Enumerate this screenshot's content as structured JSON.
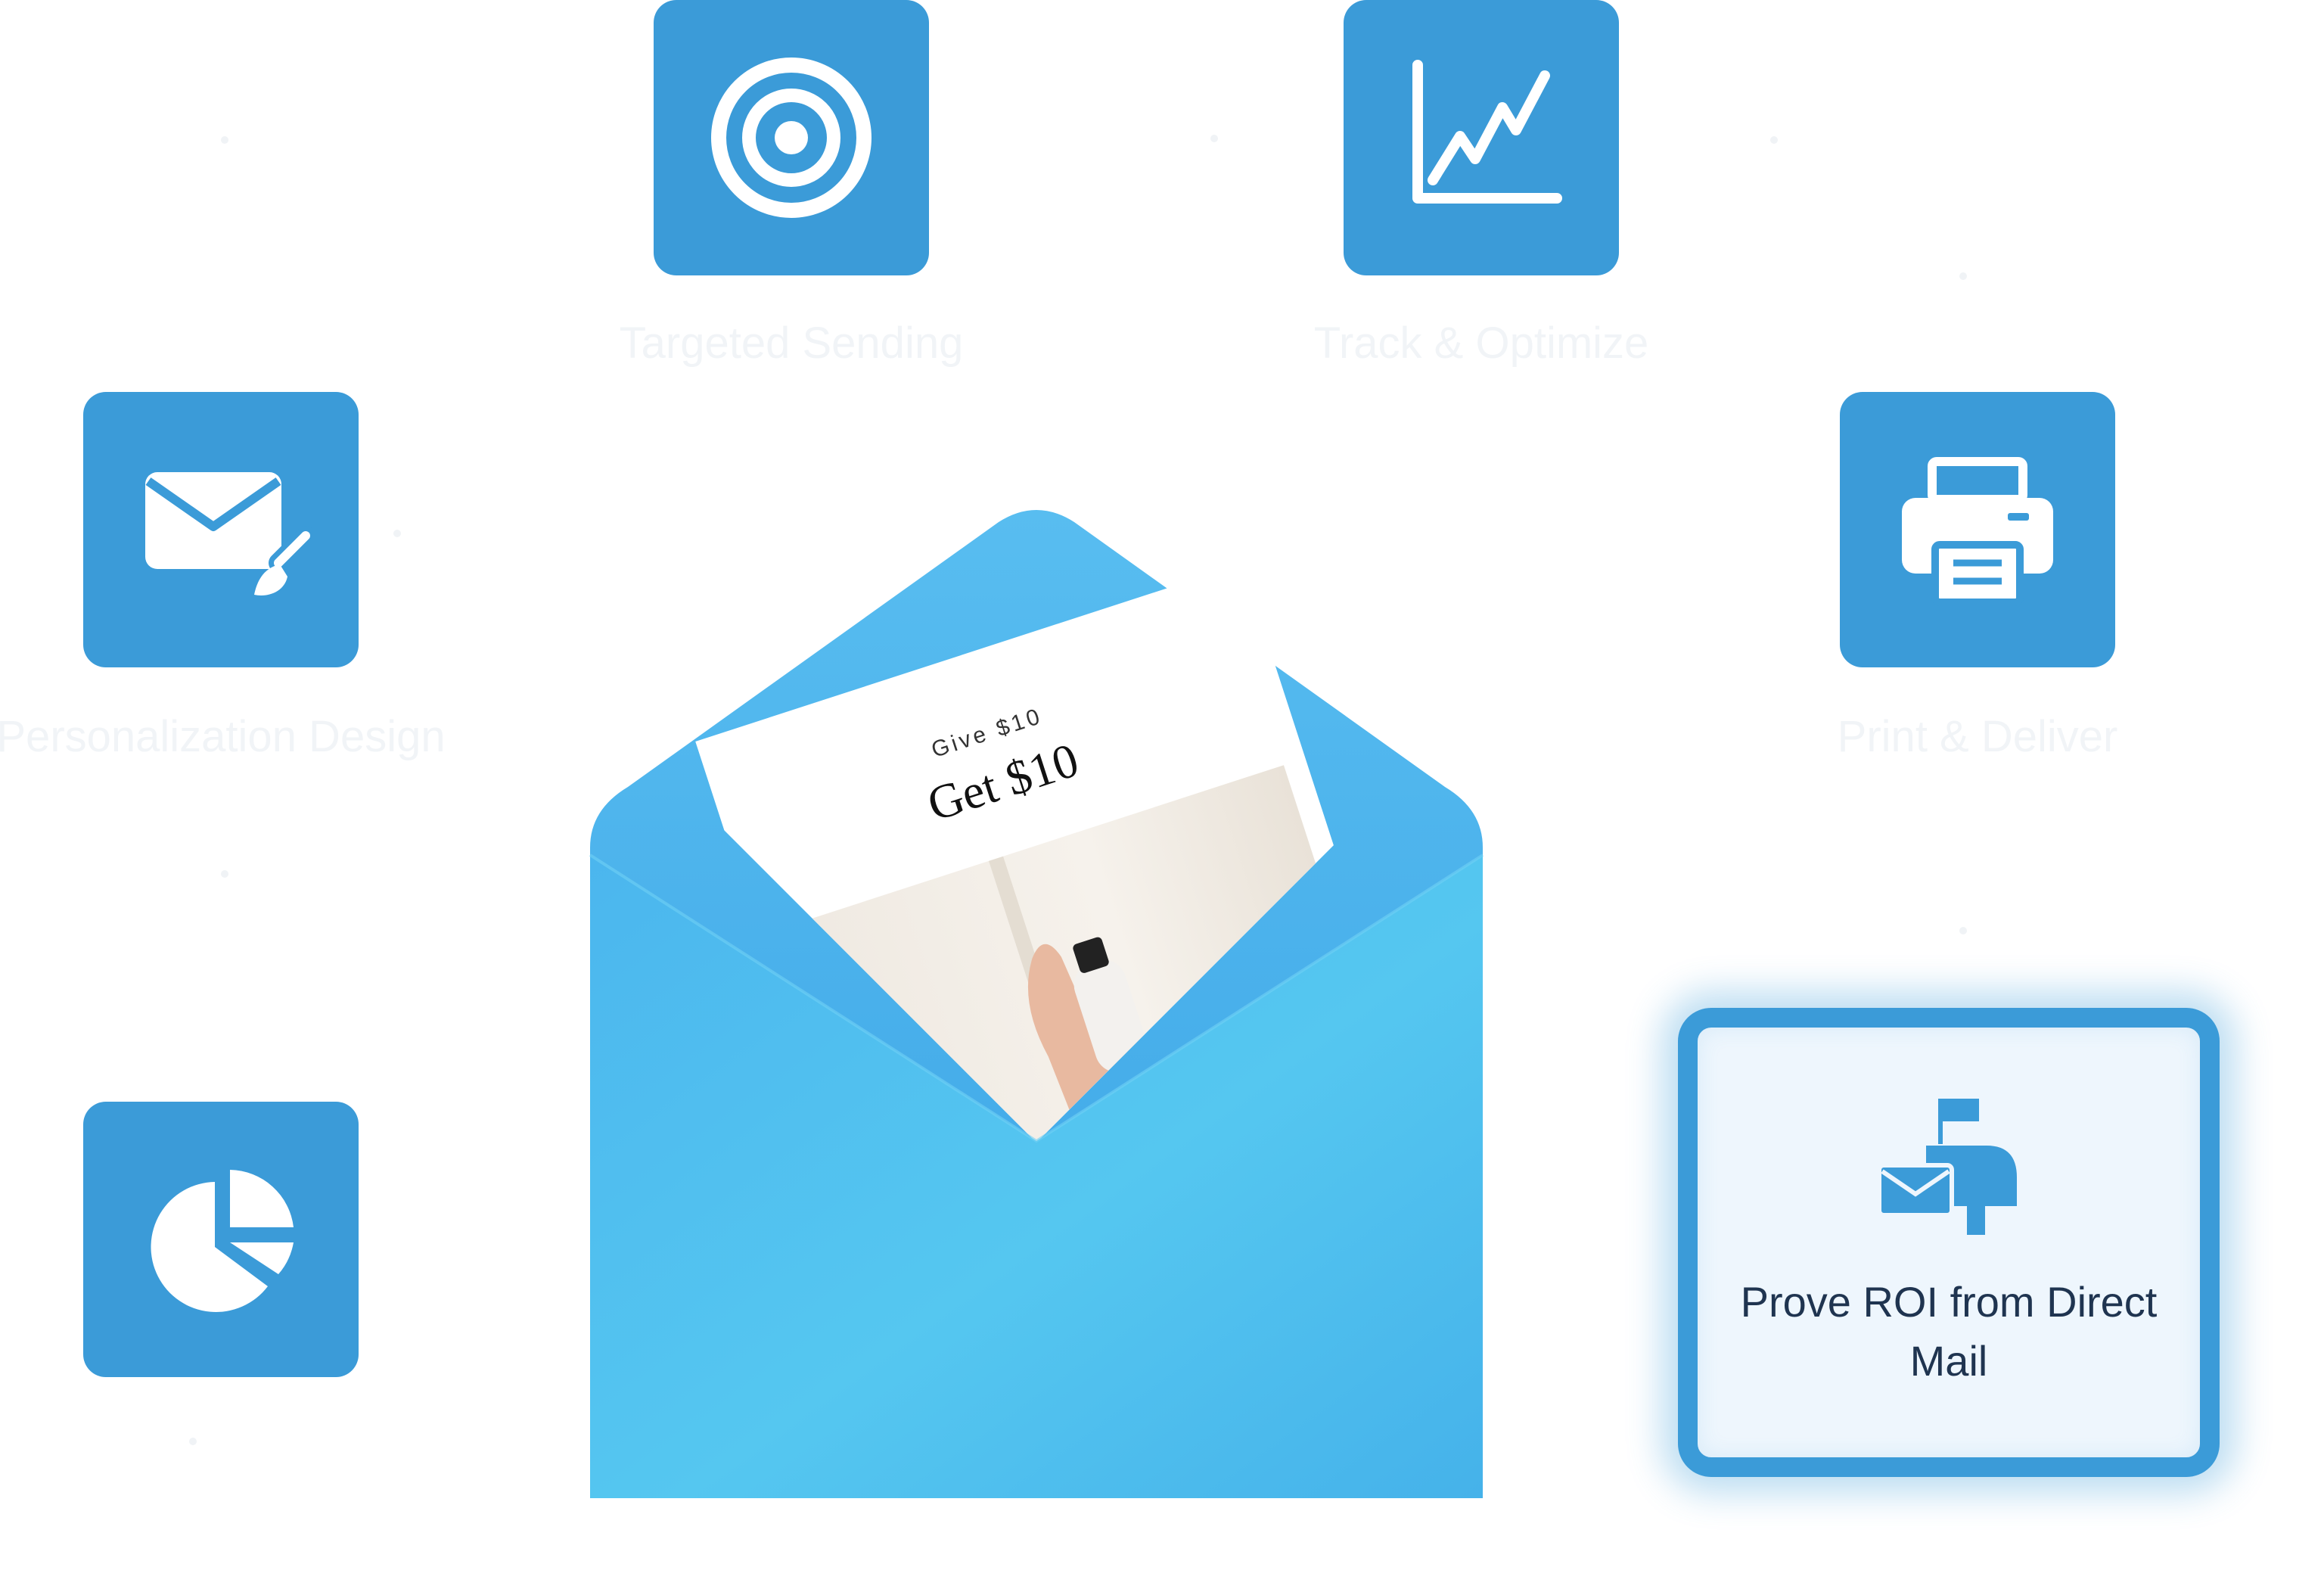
{
  "tiles": [
    {
      "name": "target",
      "icon": "target-icon",
      "label": "Targeted Sending"
    },
    {
      "name": "track",
      "icon": "line-chart-icon",
      "label": "Track & Optimize"
    },
    {
      "name": "design",
      "icon": "envelope-brush-icon",
      "label": "Personalization Design"
    },
    {
      "name": "print",
      "icon": "printer-icon",
      "label": "Print & Deliver"
    },
    {
      "name": "report",
      "icon": "pie-chart-icon",
      "label": ""
    }
  ],
  "mailer": {
    "give_text": "Give $10",
    "get_text": "Get $10"
  },
  "highlight_card": {
    "icon": "mailbox-icon",
    "title": "Prove ROI from Direct Mail"
  },
  "colors": {
    "tile": "#3b9bd8",
    "envelope": "#4db8ec",
    "card_border": "#3b9bd8",
    "card_text": "#1f3450"
  }
}
